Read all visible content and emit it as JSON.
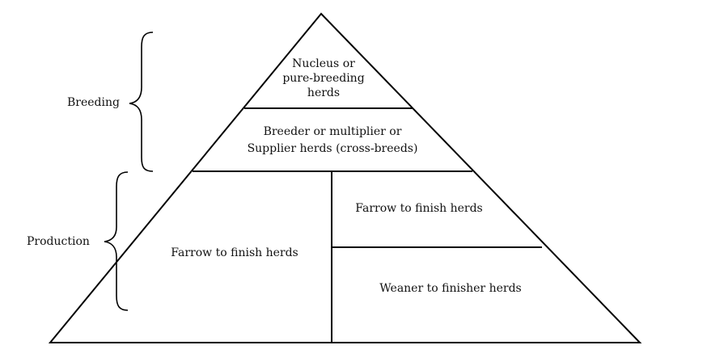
{
  "diagram": {
    "side_labels": {
      "breeding": "Breeding",
      "production": "Production"
    },
    "tiers": {
      "nucleus": [
        "Nucleus or",
        "pure-breeding",
        "herds"
      ],
      "multiplier": [
        "Breeder or multiplier or",
        "Supplier herds (cross-breeds)"
      ],
      "production_left": "Farrow to finish herds",
      "production_right_top": "Farrow to finish herds",
      "production_right_bottom": "Weaner to finisher herds"
    }
  }
}
